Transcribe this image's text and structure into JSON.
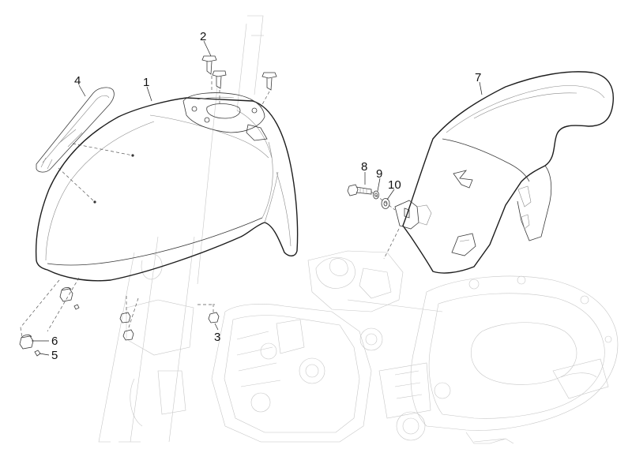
{
  "diagram": {
    "callouts": [
      {
        "id": "callout-1",
        "text": "1"
      },
      {
        "id": "callout-2",
        "text": "2"
      },
      {
        "id": "callout-3",
        "text": "3"
      },
      {
        "id": "callout-4",
        "text": "4"
      },
      {
        "id": "callout-5",
        "text": "5"
      },
      {
        "id": "callout-6",
        "text": "6"
      },
      {
        "id": "callout-7",
        "text": "7"
      },
      {
        "id": "callout-8",
        "text": "8"
      },
      {
        "id": "callout-9",
        "text": "9"
      },
      {
        "id": "callout-10",
        "text": "10"
      }
    ],
    "colors": {
      "line": "#3a3a3a",
      "ghost": "#c6c6c6",
      "background": "#ffffff"
    }
  }
}
